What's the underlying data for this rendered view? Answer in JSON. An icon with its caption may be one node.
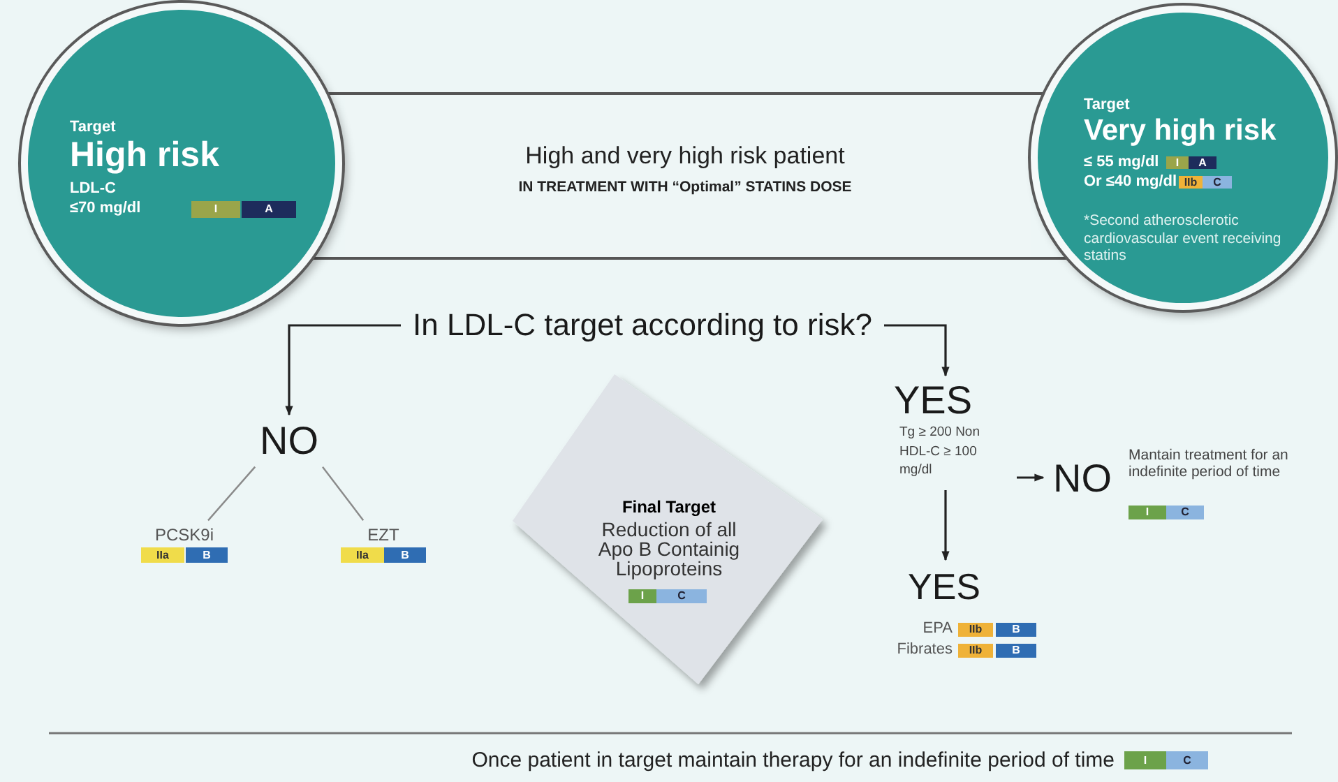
{
  "diagram": {
    "nodes": [
      {
        "text": [
          "Target",
          "High risk",
          "LDL-C",
          "≤70 mg/dl"
        ]
      },
      {
        "text": [
          "I"
        ],
        "in": 0
      },
      {
        "text": [
          "A"
        ],
        "in": 0
      },
      {
        "text": [
          "High and very high risk patient",
          "IN TREATMENT WITH “Optimal” STATINS DOSE"
        ]
      },
      {
        "text": [
          "Target",
          "Very high risk",
          "≤ 55 mg/dl",
          "Or ≤40 mg/dl",
          "*Second atherosclerotic cardiovascular event receiving statins"
        ]
      },
      {
        "text": [
          "I"
        ],
        "in": 4
      },
      {
        "text": [
          "A"
        ],
        "in": 4
      },
      {
        "text": [
          "IIb"
        ],
        "in": 4
      },
      {
        "text": [
          "C"
        ],
        "in": 4
      },
      {
        "text": [
          "In LDL-C target according to risk?"
        ]
      },
      {
        "text": [
          "NO"
        ]
      },
      {
        "text": [
          "PCSK9i"
        ]
      },
      {
        "text": [
          "IIa"
        ]
      },
      {
        "text": [
          "B"
        ]
      },
      {
        "text": [
          "EZT"
        ]
      },
      {
        "text": [
          "IIa"
        ]
      },
      {
        "text": [
          "B"
        ]
      },
      {
        "text": [
          "Final Target",
          "Reduction of all Apo B Containig Lipoproteins"
        ]
      },
      {
        "text": [
          "I"
        ],
        "in": 17
      },
      {
        "text": [
          "C"
        ],
        "in": 17
      },
      {
        "text": [
          "YES",
          "Tg ≥ 200 Non HDL-C ≥ 100 mg/dl"
        ]
      },
      {
        "text": [
          "NO"
        ],
        "beside": [
          "Mantain treatment for an indefinite period of time"
        ]
      },
      {
        "text": [
          "I"
        ]
      },
      {
        "text": [
          "C"
        ]
      },
      {
        "text": [
          "YES"
        ]
      },
      {
        "text": [
          "IIb"
        ]
      },
      {
        "text": [
          "B"
        ]
      },
      {
        "text": [
          "IIb"
        ]
      },
      {
        "text": [
          "B"
        ]
      },
      {
        "text": [
          "I"
        ]
      },
      {
        "text": [
          "C"
        ]
      }
    ],
    "edges": [
      {
        "from": 9,
        "to": 10,
        "arrow": "to"
      },
      {
        "from": 9,
        "to": 20,
        "arrow": "to"
      },
      {
        "from": 10,
        "to": 11,
        "arrow": "none",
        "color": "#8a8a8a"
      },
      {
        "from": 10,
        "to": 14,
        "arrow": "none",
        "color": "#8a8a8a"
      },
      {
        "from": 20,
        "to": 21,
        "arrow": "to"
      },
      {
        "from": 20,
        "to": 24,
        "arrow": "to"
      }
    ],
    "labels": [
      "EPA",
      "Fibrates",
      "Once patient in target maintain therapy for an indefinite period of time"
    ]
  }
}
